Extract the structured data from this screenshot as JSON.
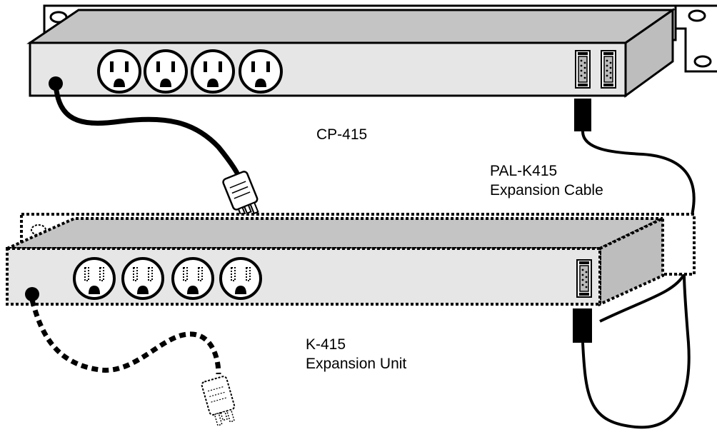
{
  "labels": {
    "main_unit": "CP-415",
    "cable_line1": "PAL-K415",
    "cable_line2": "Expansion Cable",
    "expansion_line1": "K-415",
    "expansion_line2": "Expansion Unit"
  },
  "colors": {
    "panel_face": "#e6e6e6",
    "panel_top": "#c4c4c4",
    "panel_side": "#bdbdbd",
    "outline": "#000000",
    "background": "#ffffff"
  }
}
